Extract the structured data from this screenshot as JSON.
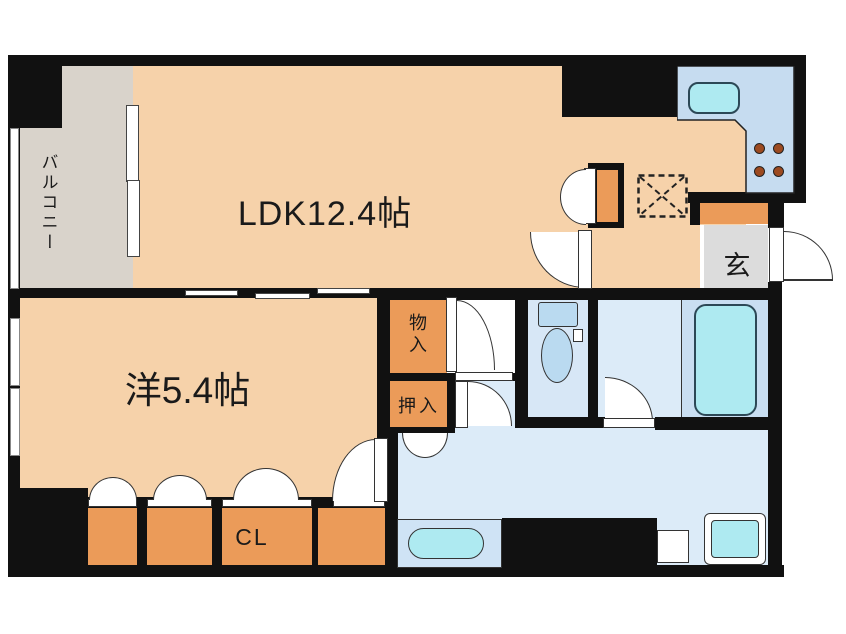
{
  "plan": {
    "type": "apartment-floor-plan",
    "rooms": {
      "ldk": {
        "label": "LDK12.4帖"
      },
      "western_room": {
        "label": "洋5.4帖"
      },
      "balcony": {
        "label": "バルコニー"
      },
      "storage": {
        "label": "物入"
      },
      "oshiire_closet": {
        "label": "押入"
      },
      "closet": {
        "label": "CL"
      },
      "entrance": {
        "label": "玄"
      }
    },
    "fixtures": [
      "kitchen-counter",
      "kitchen-sink",
      "stove-burners",
      "refrigerator-space",
      "bathtub",
      "toilet",
      "washbasin",
      "washing-machine-pan",
      "front-door"
    ],
    "colors": {
      "wall": "#111111",
      "room_floor": "#f6d2aa",
      "balcony_floor": "#d9d3cb",
      "closet_orange": "#eb9b59",
      "wet_area_floor": "#dcebf8",
      "bathroom_floor": "#c9def1",
      "entrance_gray": "#dcdcdc",
      "fixture_aqua": "#aeeaf1",
      "counter_blue": "#c6dcf0",
      "burner_brown": "#9c4a20",
      "background": "#ffffff"
    }
  }
}
